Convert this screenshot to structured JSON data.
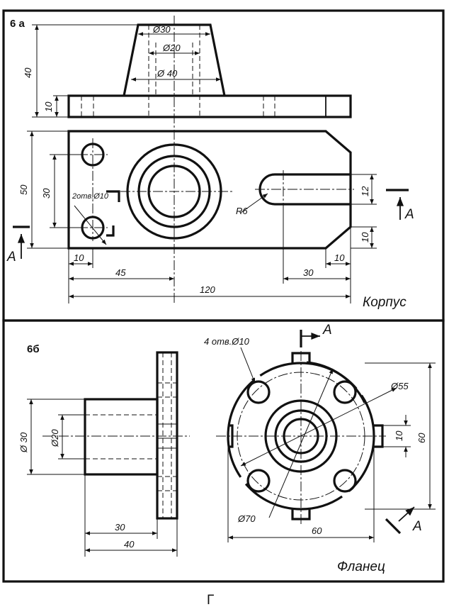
{
  "diagram": {
    "part_a": {
      "tag": "6 а",
      "title": "Корпус",
      "dims": {
        "d30": "Ø30",
        "d20": "Ø20",
        "d40": "Ø 40",
        "h40": "40",
        "h10": "10",
        "w50": "50",
        "w30": "30",
        "holes": "2отв.Ø10",
        "r6": "R6",
        "s12": "12",
        "s10r": "10",
        "b10l": "10",
        "b10r": "10",
        "d45": "45",
        "d30b": "30",
        "d120": "120"
      },
      "section": "А"
    },
    "part_b": {
      "tag": "6б",
      "title": "Фланец",
      "dims": {
        "holes": "4 отв.Ø10",
        "d55": "Ø55",
        "d30": "Ø 30",
        "d20": "Ø20",
        "s10": "10",
        "h60": "60",
        "w30": "30",
        "w40": "40",
        "d70": "Ø70",
        "w60": "60"
      },
      "section": "А"
    },
    "footer": "Г"
  }
}
